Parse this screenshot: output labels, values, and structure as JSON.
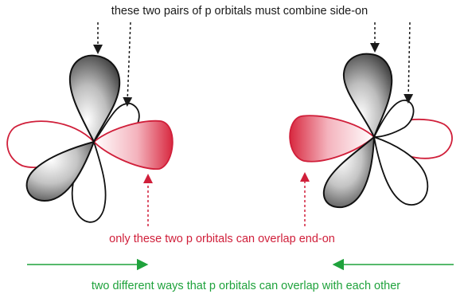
{
  "labels": {
    "top": "these two pairs of p orbitals must combine side-on",
    "middle": "only these two p orbitals can overlap end-on",
    "bottom": "two different ways that p orbitals can overlap with each other"
  },
  "colors": {
    "dark_lobe": "#1f1f1f",
    "red": "#d01f3a",
    "green": "#1fa23c",
    "text": "#1a1a1a"
  }
}
